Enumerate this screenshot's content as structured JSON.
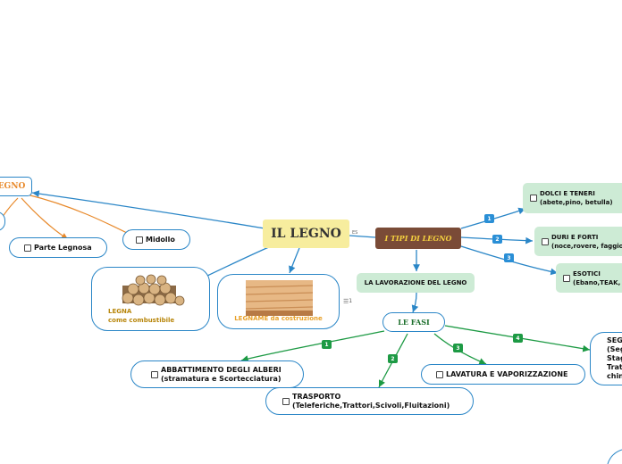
{
  "central": {
    "title": "IL LEGNO",
    "tag": "ES"
  },
  "left": {
    "partial_node": "EGNO",
    "parte_legnosa": "Parte Legnosa",
    "midollo": "Midollo",
    "legna": {
      "line1": "LEGNA",
      "line2": "come combustibile"
    },
    "legname": {
      "label": "LEGNAME da costruzione",
      "indicator": "1"
    }
  },
  "tipi": {
    "title": "I TIPI DI LEGNO",
    "items": [
      {
        "badge": "1",
        "line1": "DOLCI E TENERI",
        "line2": "(abete,pino, betulla)"
      },
      {
        "badge": "2",
        "line1": "DURI E FORTI",
        "line2": "(noce,rovere, faggio)"
      },
      {
        "badge": "3",
        "line1": "ESOTICI",
        "line2": "(Ebano,TEAK, i"
      }
    ]
  },
  "lavorazione": {
    "title": "LA LAVORAZIONE DEL LEGNO",
    "fasi": "LE FASI",
    "items": [
      {
        "badge": "1",
        "line1": "ABBATTIMENTO DEGLI ALBERI",
        "line2": "(stramatura e Scortecciatura)"
      },
      {
        "badge": "2",
        "line1": "TRASPORTO",
        "line2": "(Teleferiche,Trattori,Scivoli,Fluitazioni)"
      },
      {
        "badge": "3",
        "line1": "LAVATURA E VAPORIZZAZIONE"
      },
      {
        "badge": "4",
        "line1": "SEG",
        "line2": "(Seg",
        "line3": "Stag",
        "line4": "Trat",
        "line5": "chin"
      }
    ]
  },
  "colors": {
    "blue_link": "#2a86c7",
    "orange_link": "#e8892a",
    "central_bg": "#f7ed9e",
    "tipi_bg": "#7a4b37",
    "green_node": "#cdebd5",
    "green_link": "#1d9a44"
  }
}
